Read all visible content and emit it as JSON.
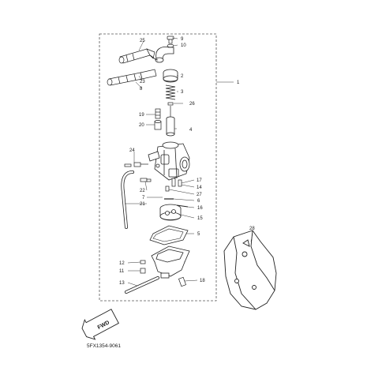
{
  "diagram": {
    "part_code": "5FX1354-9061",
    "fwd_label": "FWD",
    "callouts": {
      "c1": "1",
      "c2": "2",
      "c3": "3",
      "c4": "4",
      "c5": "5",
      "c6": "6",
      "c7": "7",
      "c8": "8",
      "c9": "9",
      "c10": "10",
      "c11": "11",
      "c12": "12",
      "c13": "13",
      "c14": "14",
      "c15": "15",
      "c16": "16",
      "c17": "17",
      "c18a": "18",
      "c18b": "18",
      "c19": "19",
      "c20": "20",
      "c21": "21",
      "c22": "22",
      "c23": "23",
      "c24": "24",
      "c25": "25",
      "c26": "26",
      "c27": "27",
      "c28": "28"
    }
  }
}
